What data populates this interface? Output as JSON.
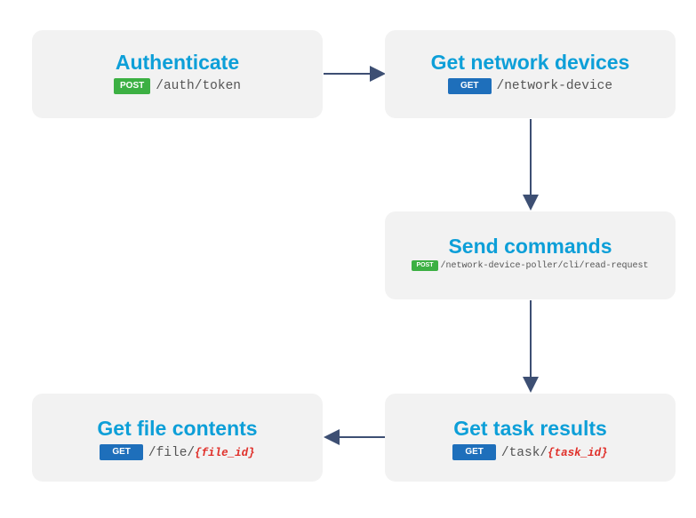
{
  "nodes": {
    "authenticate": {
      "title": "Authenticate",
      "method": "POST",
      "path": "/auth/token",
      "param": ""
    },
    "get_devices": {
      "title": "Get network devices",
      "method": "GET",
      "path": "/network-device",
      "param": ""
    },
    "send_commands": {
      "title": "Send commands",
      "method": "POST",
      "path": "/network-device-poller/cli/read-request",
      "param": ""
    },
    "task_results": {
      "title": "Get task results",
      "method": "GET",
      "path": "/task/",
      "param": "{task_id}"
    },
    "file_contents": {
      "title": "Get file contents",
      "method": "GET",
      "path": "/file/",
      "param": "{file_id}"
    }
  },
  "colors": {
    "title": "#0d9fd8",
    "post_badge": "#3cb043",
    "get_badge": "#1e6fbb",
    "param": "#e0302a",
    "arrow": "#3d4f73",
    "box": "#f2f2f2"
  }
}
